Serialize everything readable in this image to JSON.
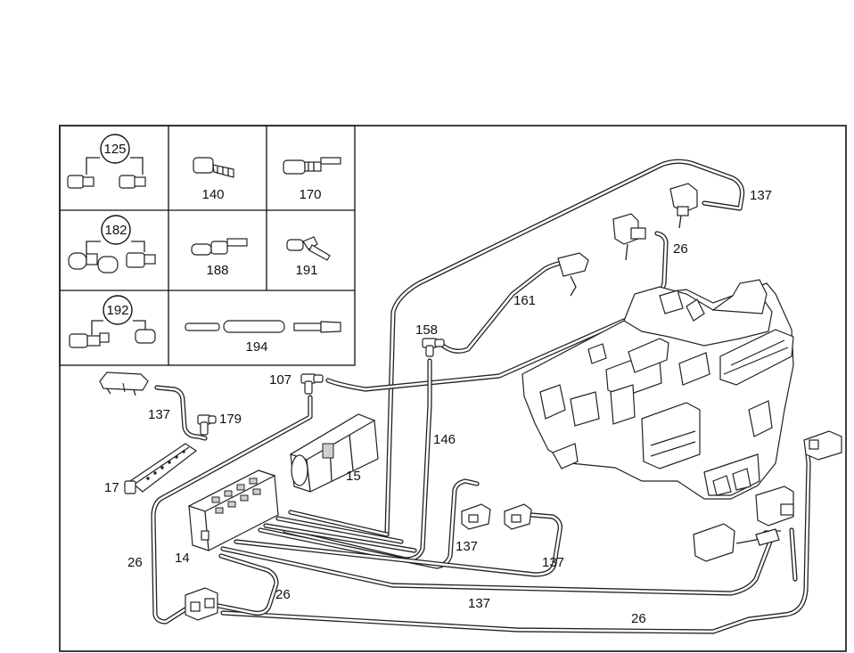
{
  "legend": {
    "cells": [
      {
        "id": "c125",
        "label": "125",
        "circled": true
      },
      {
        "id": "c140",
        "label": "140",
        "circled": false
      },
      {
        "id": "c170",
        "label": "170",
        "circled": false
      },
      {
        "id": "c182",
        "label": "182",
        "circled": true
      },
      {
        "id": "c188",
        "label": "188",
        "circled": false
      },
      {
        "id": "c191",
        "label": "191",
        "circled": false
      },
      {
        "id": "c192",
        "label": "192",
        "circled": true
      },
      {
        "id": "c194",
        "label": "194",
        "circled": false
      }
    ]
  },
  "callouts": {
    "l137a": "137",
    "l26a": "26",
    "l161": "161",
    "l158": "158",
    "l107": "107",
    "l146": "146",
    "l137b": "137",
    "l179": "179",
    "l17": "17",
    "l15": "15",
    "l26b": "26",
    "l14": "14",
    "l137c": "137",
    "l137d": "137",
    "l26c": "26",
    "l137e": "137",
    "l26d": "26"
  }
}
